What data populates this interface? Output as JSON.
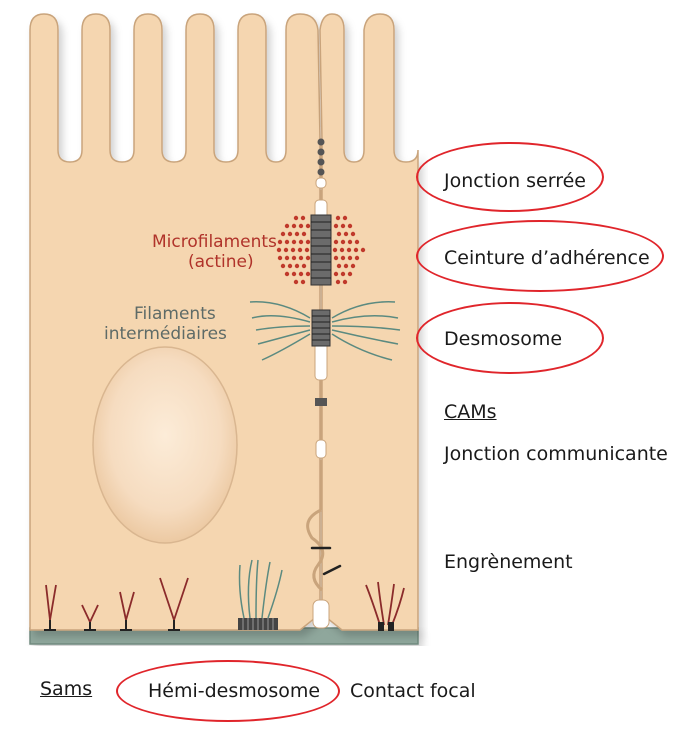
{
  "labels": {
    "microfilaments": "Microfilaments",
    "actine": "(actine)",
    "filaments": "Filaments",
    "intermediaires": "intermédiaires",
    "jonction_serree": "Jonction serrée",
    "ceinture": "Ceinture d’adhérence",
    "desmosome": "Desmosome",
    "cams": "CAMs",
    "jonction_communicante": "Jonction communicante",
    "engrenement": "Engrènement",
    "sams": "Sams",
    "hemi_desmosome": "Hémi-desmosome",
    "contact_focal": "Contact focal"
  },
  "colors": {
    "cell_fill": "#f5d6b0",
    "cell_stroke": "#c9a47c",
    "membrane": "#8fa79c",
    "highlight_ring": "#e0252b",
    "actin": "#c0392b",
    "intermediate_filament": "#5b8a80",
    "junction_dark": "#555555"
  }
}
